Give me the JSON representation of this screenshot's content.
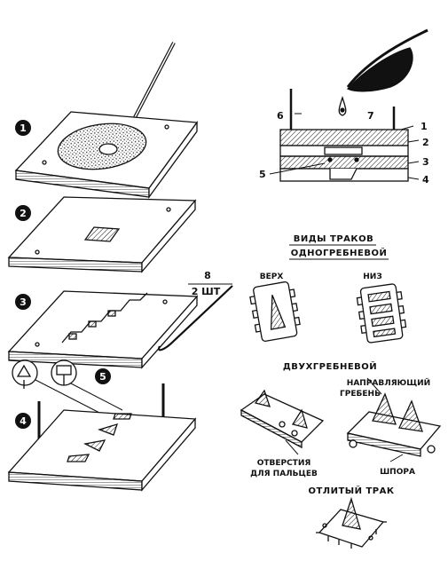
{
  "steps": {
    "s1": "1",
    "s2": "2",
    "s3": "3",
    "s4": "4",
    "s5": "5"
  },
  "pin": {
    "number": "8",
    "count": "2 ШТ"
  },
  "mold_callouts": {
    "c1": "1",
    "c2": "2",
    "c3": "3",
    "c4": "4",
    "c5": "5",
    "c6": "6",
    "c7": "7"
  },
  "headings": {
    "types": "ВИДЫ ТРАКОВ",
    "single": "ОДНОГРЕБНЕВОЙ",
    "double": "ДВУХГРЕБНЕВОЙ",
    "cast": "ОТЛИТЫЙ ТРАК"
  },
  "labels": {
    "top": "ВЕРХ",
    "bottom": "НИЗ",
    "ridge_1": "НАПРАВЛЯЮЩИЙ",
    "ridge_2": "ГРЕБЕНЬ",
    "holes_1": "ОТВЕРСТИЯ",
    "holes_2": "ДЛЯ ПАЛЬЦЕВ",
    "spur": "ШПОРА"
  },
  "colors": {
    "ink": "#111111",
    "paper": "#ffffff"
  }
}
